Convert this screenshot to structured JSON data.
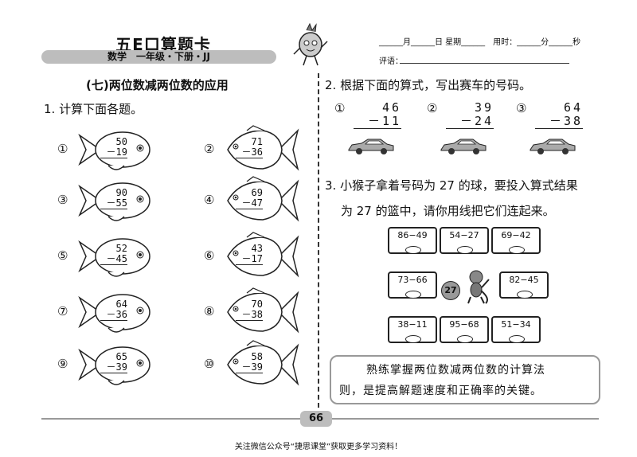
{
  "header": {
    "title": "五E口算题卡",
    "subtitle": "数学　一年级・下册・JJ",
    "date_line": "______月______日 星期______　用时：______分______秒",
    "comment_label": "评语："
  },
  "left": {
    "section_title": "(七)两位数减两位数的应用",
    "q1_label": "1. 计算下面各题。",
    "fish": [
      {
        "num": "①",
        "top": "50",
        "bottom": "－19"
      },
      {
        "num": "②",
        "top": "71",
        "bottom": "－36"
      },
      {
        "num": "③",
        "top": "90",
        "bottom": "－55"
      },
      {
        "num": "④",
        "top": "69",
        "bottom": "－47"
      },
      {
        "num": "⑤",
        "top": "52",
        "bottom": "－45"
      },
      {
        "num": "⑥",
        "top": "43",
        "bottom": "－17"
      },
      {
        "num": "⑦",
        "top": "64",
        "bottom": "－36"
      },
      {
        "num": "⑧",
        "top": "70",
        "bottom": "－38"
      },
      {
        "num": "⑨",
        "top": "65",
        "bottom": "－39"
      },
      {
        "num": "⑩",
        "top": "58",
        "bottom": "－39"
      }
    ]
  },
  "right": {
    "q2_label": "2. 根据下面的算式，写出赛车的号码。",
    "cars": [
      {
        "num": "①",
        "top": "46",
        "bottom": "－11"
      },
      {
        "num": "②",
        "top": "39",
        "bottom": "－24"
      },
      {
        "num": "③",
        "top": "64",
        "bottom": "－38"
      }
    ],
    "q3_line1": "3. 小猴子拿着号码为 27 的球，要投入算式结果",
    "q3_line2": "为 27 的篮中，请你用线把它们连起来。",
    "hoops": [
      "86−49",
      "54−27",
      "69−42",
      "73−66",
      "82−45",
      "38−11",
      "95−68",
      "51−34"
    ],
    "ball": "27",
    "tip_line1": "熟练掌握两位数减两位数的计算法",
    "tip_line2": "则，是提高解题速度和正确率的关键。"
  },
  "page_number": "66",
  "footer": "关注微信公众号“捷思课堂”获取更多学习资料！"
}
